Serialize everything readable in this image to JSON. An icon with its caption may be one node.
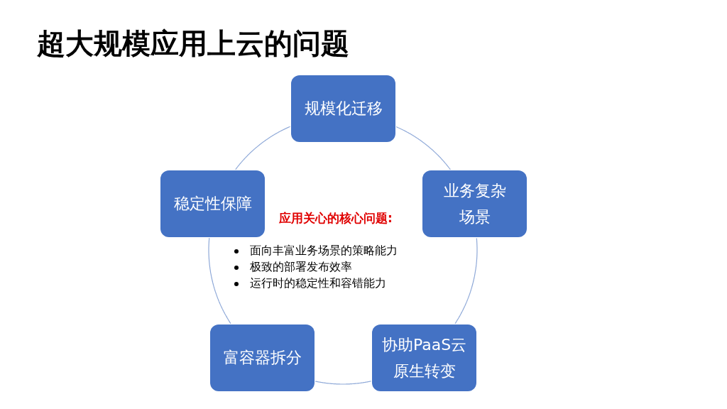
{
  "diagram": {
    "title": "超大规模应用上云的问题",
    "nodes": [
      {
        "text": [
          "规模化迁移"
        ]
      },
      {
        "text": [
          "业务复杂场景"
        ]
      },
      {
        "text": [
          "协助PaaS云原生转变"
        ]
      },
      {
        "text": [
          "富容器拆分"
        ]
      },
      {
        "text": [
          "稳定性保障"
        ]
      }
    ],
    "edges": [
      {
        "from": 0,
        "to": 1,
        "arrow": "none"
      },
      {
        "from": 1,
        "to": 2,
        "arrow": "none"
      },
      {
        "from": 2,
        "to": 3,
        "arrow": "none"
      },
      {
        "from": 3,
        "to": 4,
        "arrow": "none"
      },
      {
        "from": 4,
        "to": 0,
        "arrow": "none"
      }
    ],
    "labels": [
      "应用关心的核心问题:",
      "面向丰富业务场景的策略能力",
      "极致的部署发布效率",
      "运行时的稳定性和容错能力"
    ]
  }
}
